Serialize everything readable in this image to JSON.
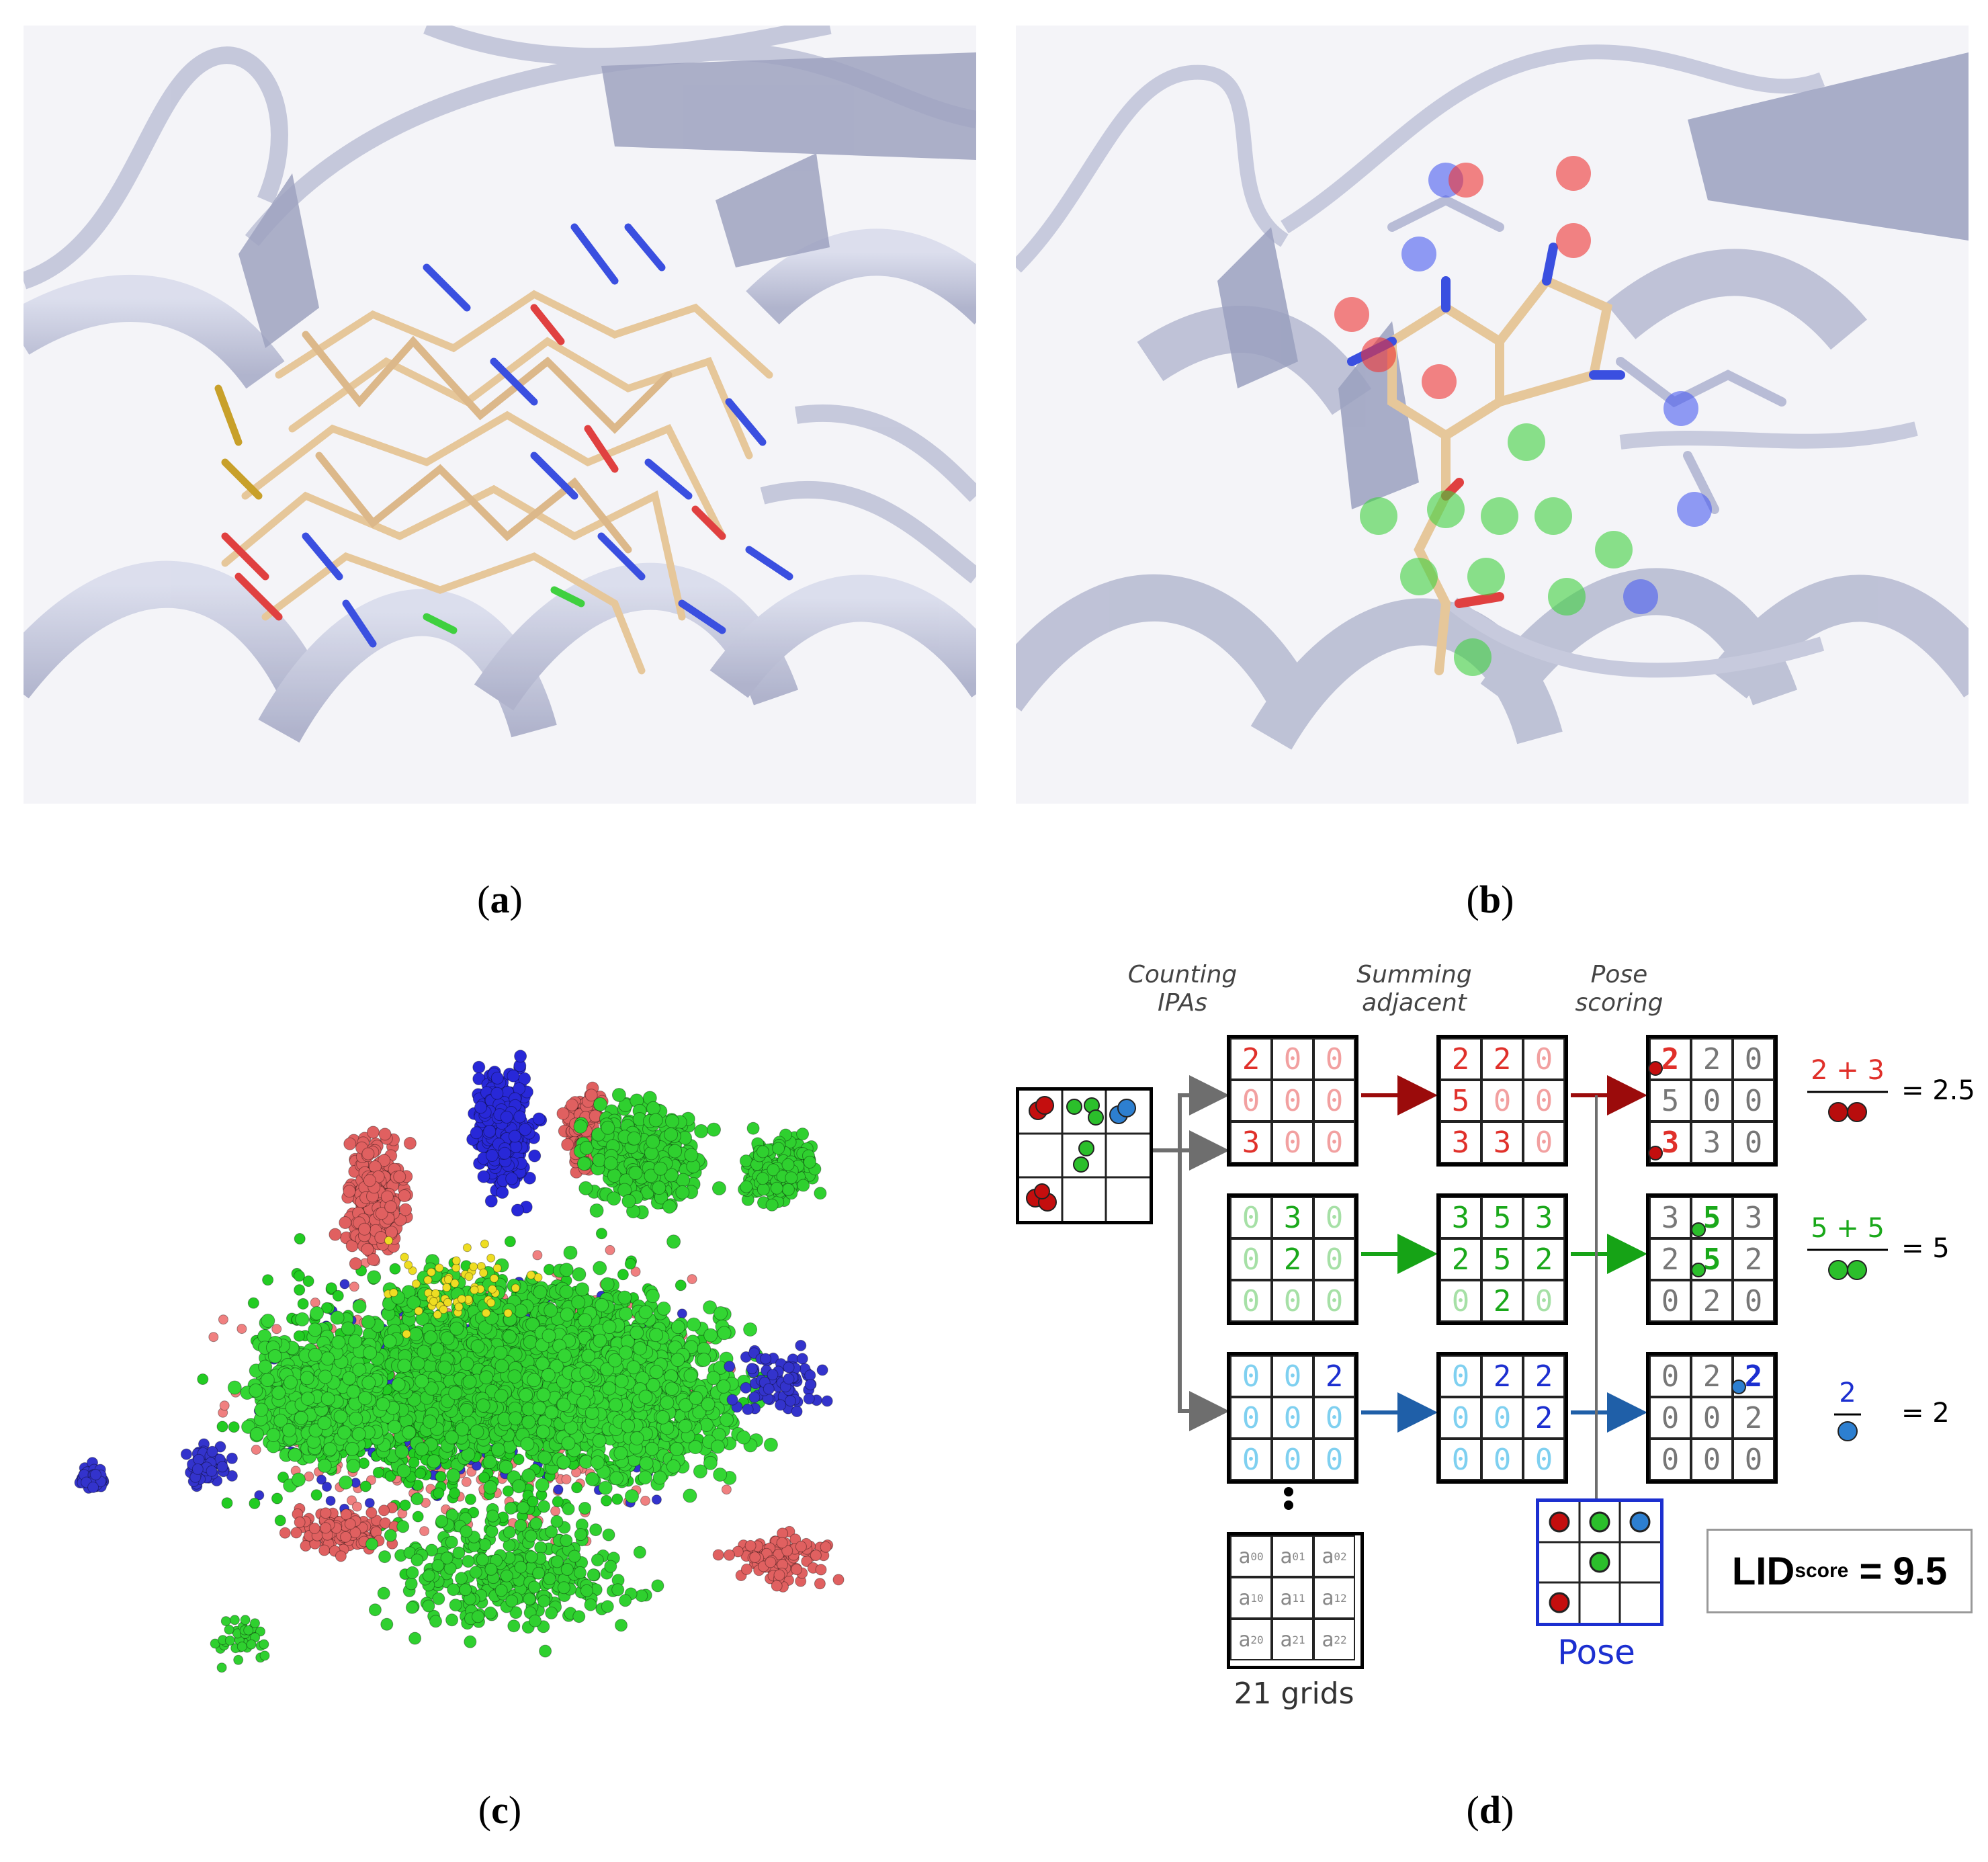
{
  "captions": {
    "a": "a",
    "b": "b",
    "c": "c",
    "d": "d"
  },
  "diagram": {
    "steps": {
      "counting": "Counting\nIPAs",
      "summing": "Summing\nadjacent",
      "scoring": "Pose\nscoring"
    },
    "grids_label": "21 grids",
    "pose_label": "Pose",
    "counting_red": [
      "2",
      "0",
      "0",
      "0",
      "0",
      "0",
      "3",
      "0",
      "0"
    ],
    "counting_green": [
      "0",
      "3",
      "0",
      "0",
      "2",
      "0",
      "0",
      "0",
      "0"
    ],
    "counting_blue": [
      "0",
      "0",
      "2",
      "0",
      "0",
      "0",
      "0",
      "0",
      "0"
    ],
    "summed_red": [
      "2",
      "2",
      "0",
      "5",
      "0",
      "0",
      "3",
      "3",
      "0"
    ],
    "summed_green": [
      "3",
      "5",
      "3",
      "2",
      "5",
      "2",
      "0",
      "2",
      "0"
    ],
    "summed_blue": [
      "0",
      "2",
      "2",
      "0",
      "0",
      "2",
      "0",
      "0",
      "0"
    ],
    "scored_red": [
      "2",
      "2",
      "0",
      "5",
      "0",
      "0",
      "3",
      "3",
      "0"
    ],
    "scored_green": [
      "3",
      "5",
      "3",
      "2",
      "5",
      "2",
      "0",
      "2",
      "0"
    ],
    "scored_blue": [
      "0",
      "2",
      "2",
      "0",
      "0",
      "2",
      "0",
      "0",
      "0"
    ],
    "generic_grid": [
      "a00",
      "a01",
      "a02",
      "a10",
      "a11",
      "a12",
      "a20",
      "a21",
      "a22"
    ],
    "fractions": {
      "red_num": "2 + 3",
      "red_result": "= 2.5",
      "green_num": "5 + 5",
      "green_result": "= 5",
      "blue_num": "2",
      "blue_result": "= 2"
    },
    "lid": {
      "label": "LID",
      "sub": "score",
      "value": "= 9.5"
    },
    "colors": {
      "red": "#e0302a",
      "red_light": "#f2a0a0",
      "green": "#1aa81a",
      "green_light": "#a6e0a6",
      "blue": "#1c2fd0",
      "blue_light": "#7fd0f0",
      "arrow_red": "#9b0b0b",
      "arrow_green": "#16a316",
      "arrow_blue": "#1f5fa8",
      "arrow_gray": "#6e6e6e",
      "dot_red": "#c40e0e",
      "dot_green": "#2bbf2b",
      "dot_blue": "#2d7fd0"
    }
  }
}
